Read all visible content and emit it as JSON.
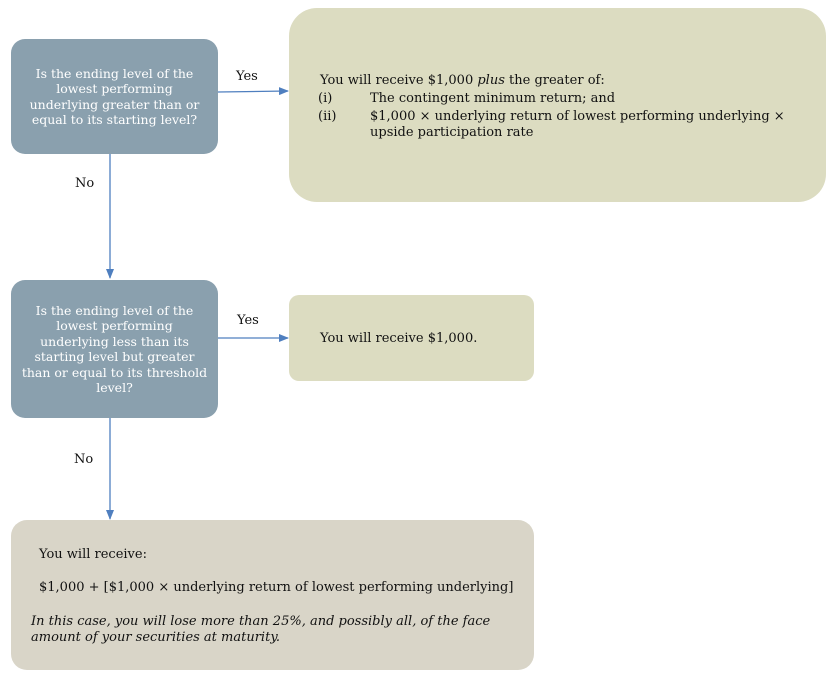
{
  "colors": {
    "question_box": "#8aa0ae",
    "result_box": "#dcdcc1",
    "loss_box": "#d9d5c8",
    "arrow": "#4f7fbf"
  },
  "question1": "Is the ending level of the lowest performing underlying greater than or equal to its starting level?",
  "question2": "Is the ending level of the lowest performing underlying less than its starting level but greater than or equal to its threshold level?",
  "labels": {
    "yes1": "Yes",
    "no1": "No",
    "yes2": "Yes",
    "no2": "No"
  },
  "result1": {
    "intro_prefix": "You will receive $1,000 ",
    "intro_italic": "plus",
    "intro_suffix": " the greater of:",
    "items": [
      {
        "num": "(i)",
        "text": "The contingent minimum return; and"
      },
      {
        "num": "(ii)",
        "text": "$1,000 × underlying return of lowest performing underlying × upside participation rate"
      }
    ]
  },
  "result2": "You will receive $1,000.",
  "result3": {
    "intro": "You will receive:",
    "formula": "$1,000 + [$1,000 × underlying return of lowest performing underlying]",
    "note": "In this case, you will lose more than 25%, and possibly all, of the face amount of your securities at maturity."
  }
}
